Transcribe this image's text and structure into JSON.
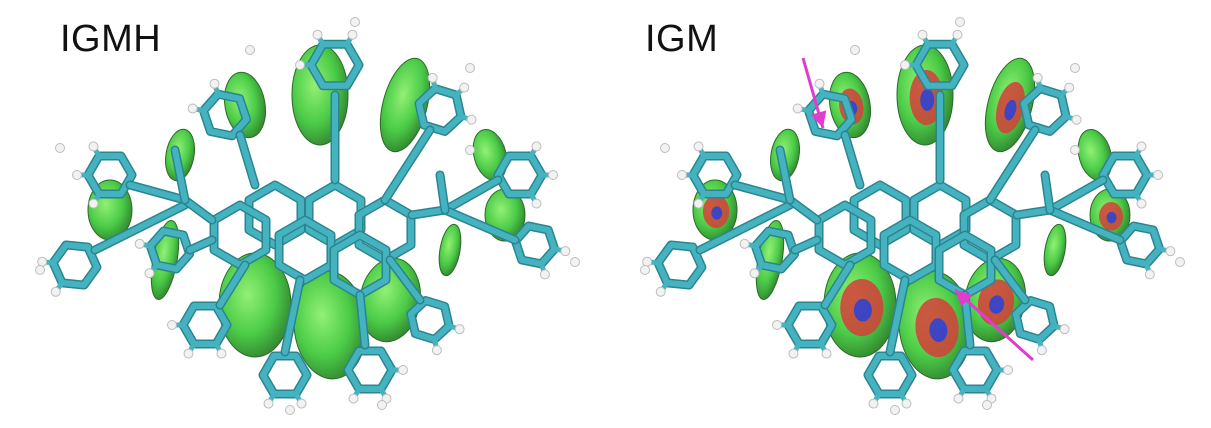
{
  "panels": [
    {
      "label": "IGMH",
      "surface_style": "green isosurfaces (vdW interactions)",
      "arrows": 0
    },
    {
      "label": "IGM",
      "surface_style": "green isosurfaces with red and blue patches",
      "arrows": 2
    }
  ],
  "colors": {
    "bond": "#45b3bf",
    "bond_dark": "#2a8590",
    "hydrogen": "#f2f2f2",
    "surface_green": "#3ec83a",
    "surface_dark": "#1e6e1c",
    "patch_red": "#d2302a",
    "patch_blue": "#2838c8",
    "arrow": "#e23bd0",
    "background": "#ffffff"
  }
}
